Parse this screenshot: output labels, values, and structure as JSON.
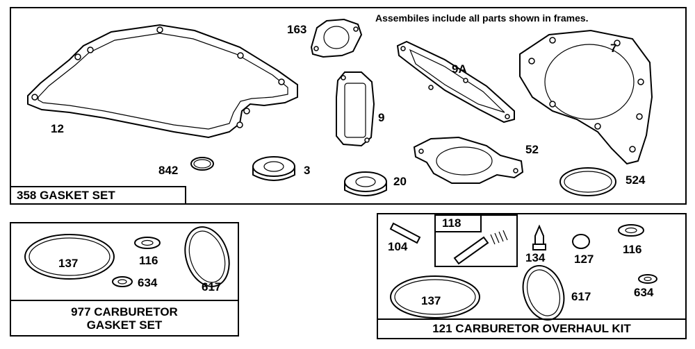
{
  "note": "Assembiles include all parts shown in frames.",
  "gasket_set": {
    "title": "358 GASKET SET",
    "parts": [
      "163",
      "7",
      "9A",
      "9",
      "12",
      "52",
      "842",
      "3",
      "20",
      "524"
    ]
  },
  "carb_gasket_set": {
    "title_line1": "977 CARBURETOR",
    "title_line2": "GASKET SET",
    "parts": [
      "137",
      "116",
      "634",
      "617"
    ]
  },
  "overhaul_kit": {
    "title": "121 CARBURETOR OVERHAUL KIT",
    "subkit": "118",
    "parts": [
      "104",
      "134",
      "127",
      "116",
      "137",
      "617",
      "634"
    ]
  }
}
